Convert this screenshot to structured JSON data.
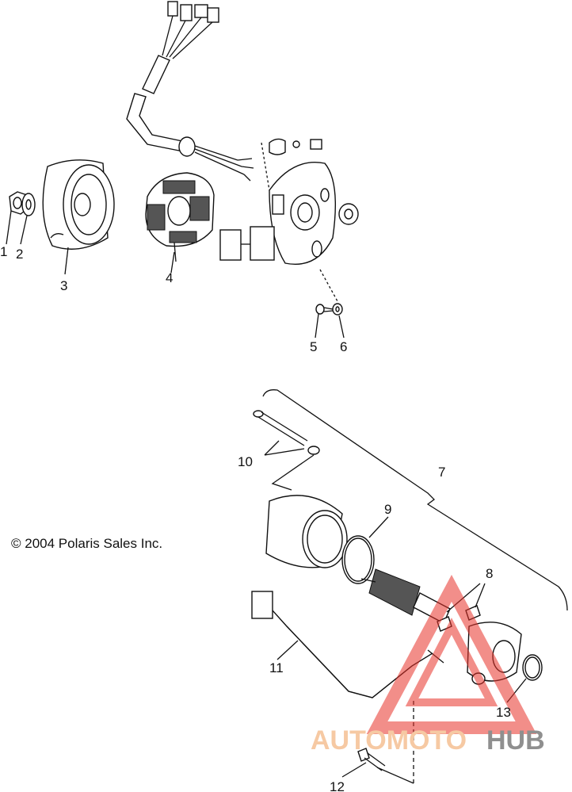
{
  "copyright": "© 2004 Polaris Sales Inc.",
  "callouts": [
    "1",
    "2",
    "3",
    "4",
    "5",
    "6",
    "7",
    "8",
    "9",
    "10",
    "11",
    "12",
    "13"
  ],
  "watermark": {
    "part1": "AUTOMOTO",
    "part2": "HUB",
    "colors": {
      "triangle": "#e8322a",
      "text_light": "#f6c9a3",
      "text_dark": "#8f8f8f"
    }
  }
}
